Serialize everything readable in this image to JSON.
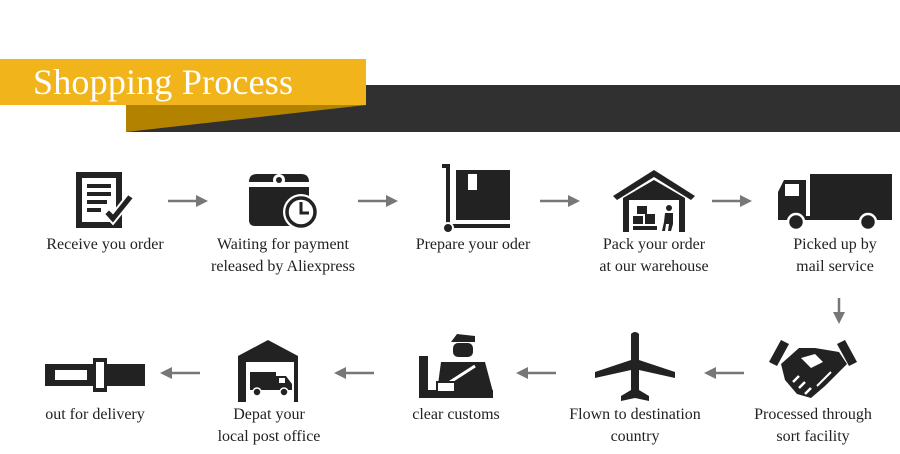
{
  "banner": {
    "title": "Shopping Process",
    "accent_color": "#f1b41b",
    "bar_color": "#303030"
  },
  "steps": [
    {
      "icon": "order-form-check-icon",
      "lines": [
        "Receive you order"
      ]
    },
    {
      "icon": "wallet-clock-icon",
      "lines": [
        "Waiting for payment",
        "released by Aliexpress"
      ]
    },
    {
      "icon": "hand-truck-box-icon",
      "lines": [
        "Prepare your oder"
      ]
    },
    {
      "icon": "warehouse-icon",
      "lines": [
        "Pack your order",
        "at our warehouse"
      ]
    },
    {
      "icon": "truck-icon",
      "lines": [
        "Picked up by",
        "mail service"
      ]
    },
    {
      "icon": "handshake-icon",
      "lines": [
        "Processed through",
        "sort facility"
      ]
    },
    {
      "icon": "airplane-icon",
      "lines": [
        "Flown to destination",
        "country"
      ]
    },
    {
      "icon": "customs-officer-icon",
      "lines": [
        "clear customs"
      ]
    },
    {
      "icon": "post-office-truck-icon",
      "lines": [
        "Depat your",
        "local post office"
      ]
    },
    {
      "icon": "delivery-belt-icon",
      "lines": [
        "out for delivery"
      ]
    }
  ]
}
